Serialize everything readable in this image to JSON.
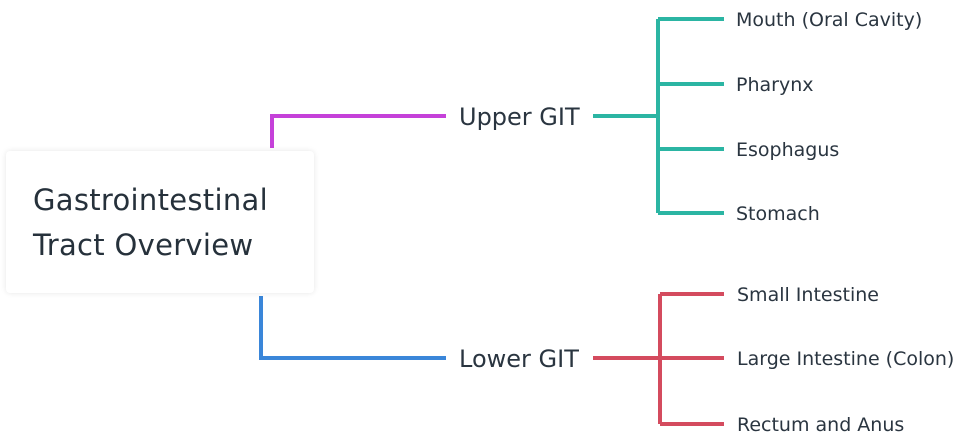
{
  "root": {
    "title_line1": "Gastrointestinal",
    "title_line2": "Tract Overview"
  },
  "branches": [
    {
      "label": "Upper GIT",
      "color": "#c541d9",
      "leaf_color": "#2bb5a3",
      "leaves": [
        "Mouth (Oral Cavity)",
        "Pharynx",
        "Esophagus",
        "Stomach"
      ]
    },
    {
      "label": "Lower GIT",
      "color": "#3a86d9",
      "leaf_color": "#d44b5e",
      "leaves": [
        "Small Intestine",
        "Large Intestine (Colon)",
        "Rectum and Anus"
      ]
    }
  ]
}
